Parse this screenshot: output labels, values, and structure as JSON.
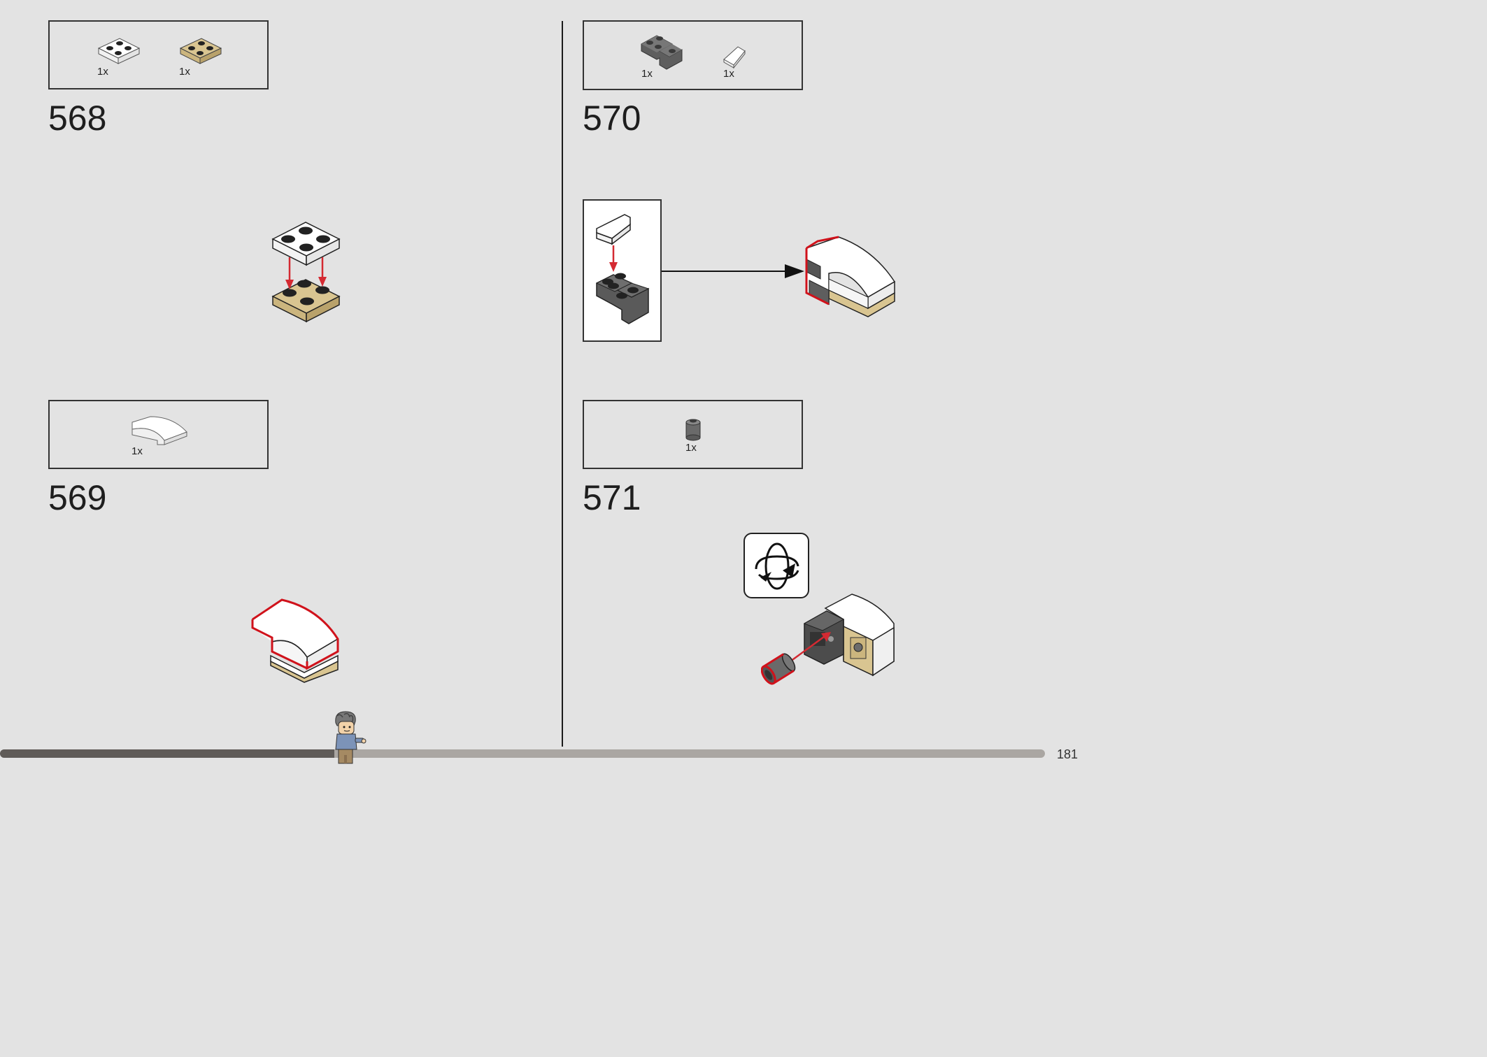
{
  "steps": [
    {
      "number": "568",
      "parts": [
        {
          "qty": "1x",
          "icon": "white-2x2-plate-icon"
        },
        {
          "qty": "1x",
          "icon": "tan-2x2-plate-icon"
        }
      ]
    },
    {
      "number": "569",
      "parts": [
        {
          "qty": "1x",
          "icon": "white-curved-slope-icon"
        }
      ]
    },
    {
      "number": "570",
      "parts": [
        {
          "qty": "1x",
          "icon": "dark-gray-corner-brick-icon"
        },
        {
          "qty": "1x",
          "icon": "white-cheese-slope-icon"
        }
      ]
    },
    {
      "number": "571",
      "parts": [
        {
          "qty": "1x",
          "icon": "dark-gray-round-brick-icon"
        }
      ]
    }
  ],
  "footer": {
    "page_number": "181",
    "progress_fraction": 0.32
  },
  "colors": {
    "background": "#e3e3e3",
    "arrow_red": "#d42a32",
    "highlight_red": "#d0121b",
    "tan": "#d9c591",
    "dark_gray": "#5a5a5a",
    "progress_track": "#aaa6a2",
    "progress_fill": "#5f5b58"
  }
}
